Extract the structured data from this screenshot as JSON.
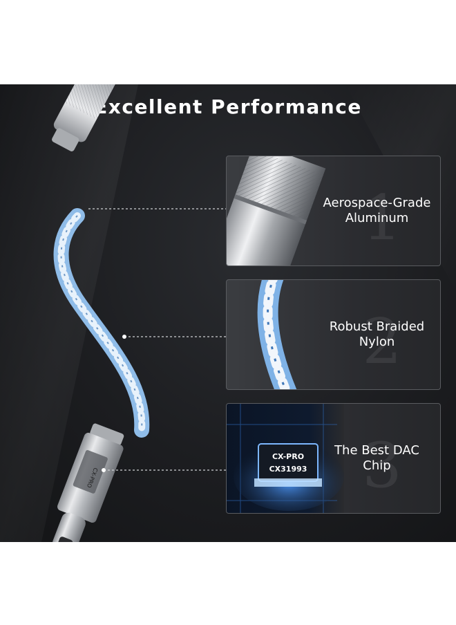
{
  "headline": "Excellent Performance",
  "features": [
    {
      "number": "1",
      "line1": "Aerospace-Grade",
      "line2": "Aluminum"
    },
    {
      "number": "2",
      "line1": "Robust Braided",
      "line2": "Nylon"
    },
    {
      "number": "3",
      "line1": "The Best DAC",
      "line2": "Chip"
    }
  ],
  "chip_text": {
    "line1": "CX-PRO",
    "line2": "CX31993"
  },
  "connector_text": "CX-PRO",
  "colors": {
    "background": "#1c1d20",
    "card_border": "#5a5c60",
    "text": "#ffffff",
    "cable_blue": "#7fb2e6",
    "gold": "#d8b23a",
    "chip_glow": "#4f9bff"
  },
  "icons": [
    "headphone-jack-icon",
    "usb-c-plug-icon",
    "dac-chip-icon"
  ]
}
